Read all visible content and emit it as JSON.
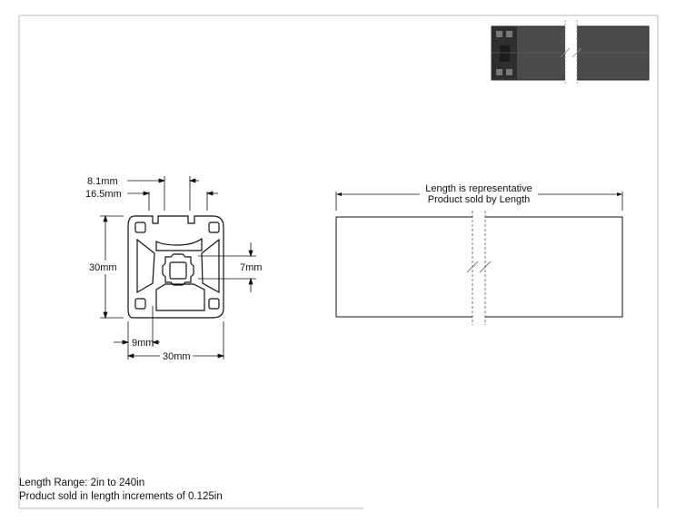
{
  "profile": {
    "dim_slot_opening": "8.1mm",
    "dim_slot_center": "16.5mm",
    "dim_height": "30mm",
    "dim_center_bore": "7mm",
    "dim_offset": "9mm",
    "dim_width": "30mm"
  },
  "length_view": {
    "line1": "Length is representative",
    "line2": "Product sold by Length"
  },
  "notes": {
    "range": "Length Range: 2in to 240in",
    "increments": "Product sold in length increments of 0.125in"
  },
  "colors": {
    "line": "#111111",
    "thumb_body": "#4a4a4a",
    "thumb_dark": "#2b2b2b",
    "frame": "#b9b9b9"
  }
}
